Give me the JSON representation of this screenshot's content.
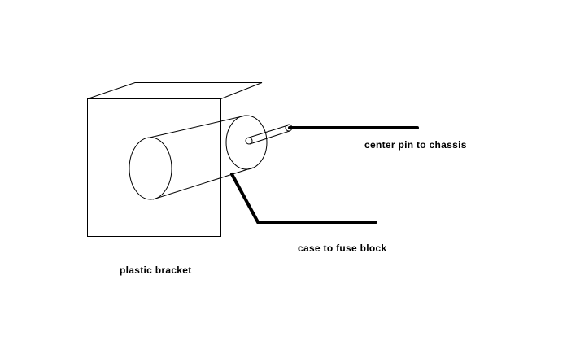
{
  "labels": {
    "center_pin": "center pin to chassis",
    "case": "case to fuse block",
    "bracket": "plastic bracket"
  },
  "colors": {
    "line": "#000000",
    "background": "#ffffff"
  }
}
